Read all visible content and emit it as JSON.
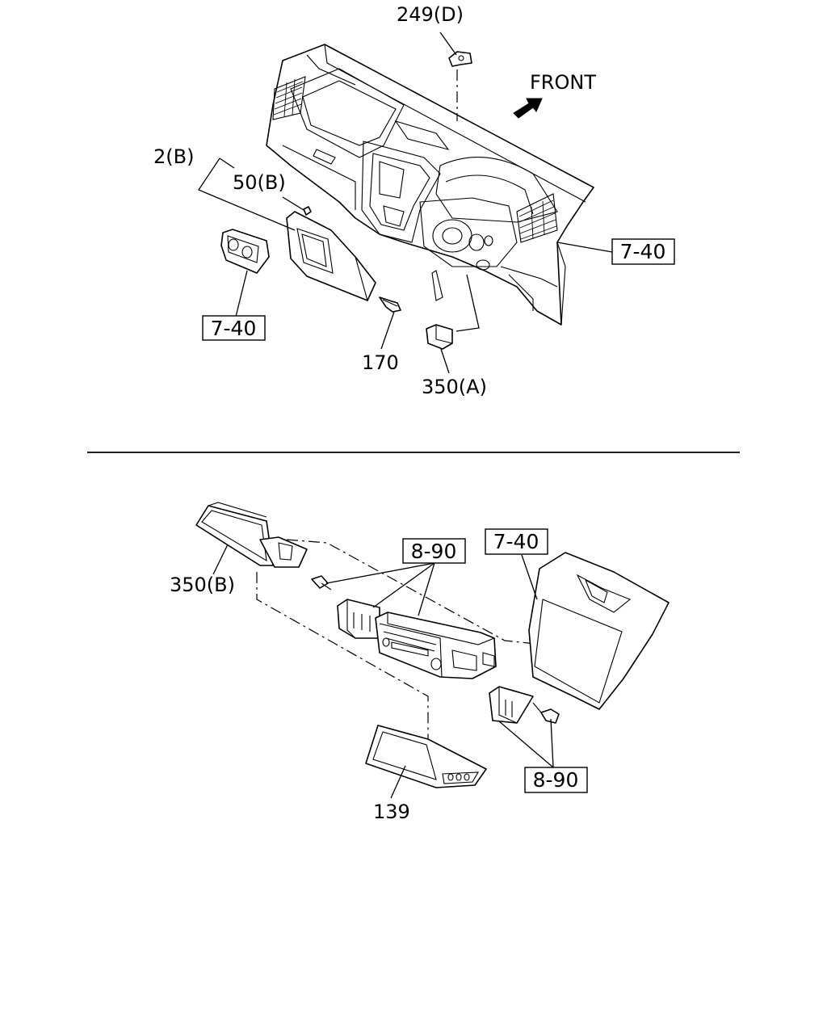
{
  "diagram": {
    "orientation_label": "FRONT",
    "top_assembly": {
      "callouts": {
        "p249d": "249(D)",
        "p2b": "2(B)",
        "p50b": "50(B)",
        "p170": "170",
        "p350a": "350(A)"
      },
      "ref_boxes": {
        "left": "7-40",
        "right": "7-40"
      }
    },
    "bottom_assembly": {
      "callouts": {
        "p350b": "350(B)",
        "p139": "139"
      },
      "ref_boxes": {
        "panel": "7-40",
        "bracket_top": "8-90",
        "bracket_bottom": "8-90"
      }
    }
  }
}
